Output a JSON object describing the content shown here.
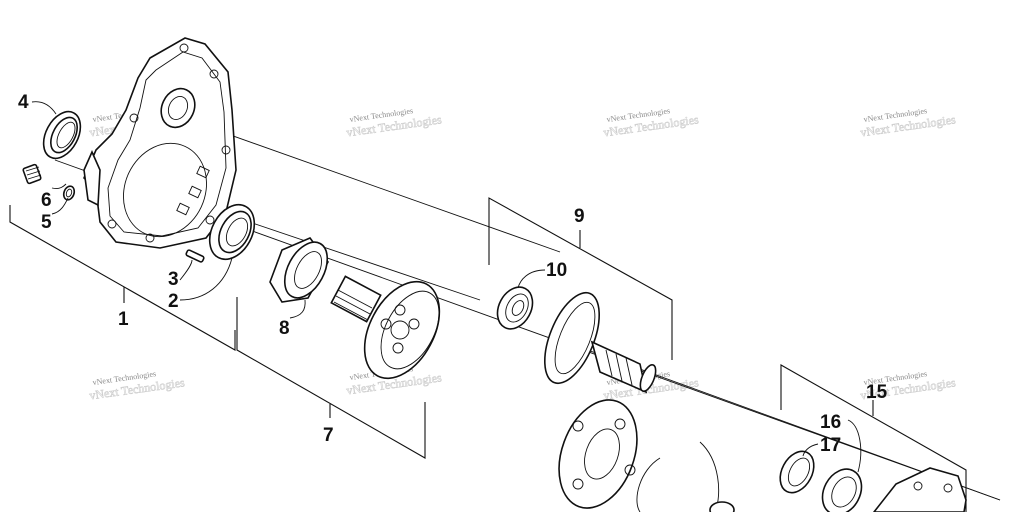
{
  "diagram": {
    "callouts": [
      "4",
      "6",
      "5",
      "3",
      "2",
      "1",
      "8",
      "7",
      "9",
      "10",
      "15",
      "16",
      "17"
    ],
    "watermark": "vNext Technologies"
  }
}
